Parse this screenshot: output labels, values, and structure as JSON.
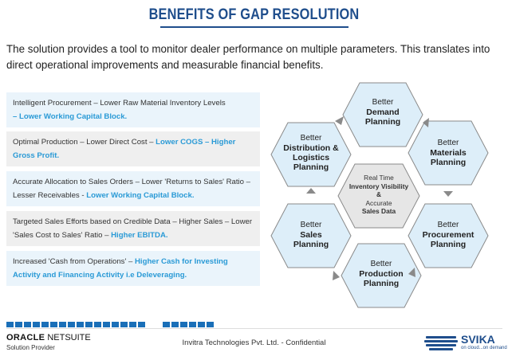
{
  "header": {
    "title": "BENEFITS OF GAP RESOLUTION",
    "intro": "The solution provides a tool to monitor dealer performance on multiple parameters. This translates into direct operational improvements and measurable financial benefits."
  },
  "benefits": [
    {
      "text": "Intelligent Procurement – Lower Raw Material Inventory Levels",
      "highlight": "– Lower Working Capital Block."
    },
    {
      "text": "Optimal Production – Lower Direct Cost –",
      "highlight": "Lower COGS – Higher Gross Profit."
    },
    {
      "text": "Accurate Allocation to Sales Orders – Lower 'Returns to Sales' Ratio – Lesser Receivables -",
      "highlight": "Lower Working Capital Block."
    },
    {
      "text": "Targeted Sales Efforts based on Credible Data – Higher Sales – Lower 'Sales Cost to Sales' Ratio –",
      "highlight": "Higher EBITDA."
    },
    {
      "text": "Increased 'Cash from Operations' –",
      "highlight": "Higher Cash for Investing Activity and Financing Activity i.e Deleveraging."
    }
  ],
  "diagram": {
    "hexes": [
      {
        "line1": "Better",
        "line2": "Demand Planning"
      },
      {
        "line1": "Better",
        "line2": "Materials Planning"
      },
      {
        "line1": "Better",
        "line2": "Procurement Planning"
      },
      {
        "line1": "Better",
        "line2": "Production Planning"
      },
      {
        "line1": "Better",
        "line2": "Sales Planning"
      },
      {
        "line1": "Better",
        "line2": "Distribution & Logistics Planning"
      }
    ],
    "center": {
      "line1": "Real Time",
      "line2": "Inventory Visibility",
      "line3": "&",
      "line4": "Accurate",
      "line5": "Sales Data"
    },
    "colors": {
      "hex_fill": "#ddeef9",
      "hex_stroke": "#8a8a8a",
      "center_fill": "#e6e6e6",
      "arrow": "#8a8a8a"
    }
  },
  "footer": {
    "oracle_brand": "ORACLE",
    "netsuite": "NETSUITE",
    "provider": "Solution Provider",
    "confidential": "Invitra Technologies Pvt. Ltd. - Confidential",
    "svika_name": "SVIKA",
    "svika_tag": "on cloud...on demand"
  }
}
